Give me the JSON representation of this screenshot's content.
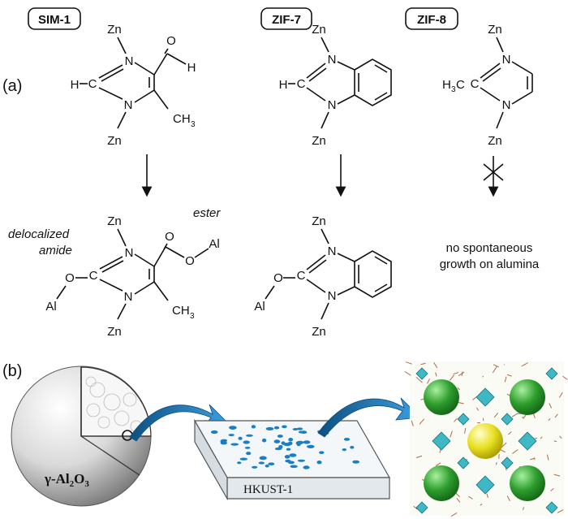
{
  "panel_a": {
    "label": "(a)",
    "materials": [
      {
        "name": "SIM-1"
      },
      {
        "name": "ZIF-7"
      },
      {
        "name": "ZIF-8"
      }
    ],
    "atoms": {
      "zn": "Zn",
      "n": "N",
      "c": "C",
      "o": "O",
      "h": "H",
      "al": "Al",
      "ch3": "CH",
      "three": "3",
      "h3c_h": "H",
      "h3c_c": "C"
    },
    "annotations": {
      "delocalized": "delocalized",
      "amide": "amide",
      "ester": "ester",
      "no_growth_line1": "no spontaneous",
      "no_growth_line2": "growth on alumina"
    }
  },
  "panel_b": {
    "label": "(b)",
    "support_gamma": "γ-",
    "support_al": "Al",
    "support_al_sub": "2",
    "support_o": "O",
    "support_o_sub": "3",
    "film_label": "HKUST-1"
  },
  "colors": {
    "arrow_blue": "#1e6fa8",
    "mof_cyan": "#3fb8c6",
    "sphere_green": "#2e9e2e",
    "sphere_yellow": "#e8e020",
    "dot_blue": "#1a7fc2"
  }
}
